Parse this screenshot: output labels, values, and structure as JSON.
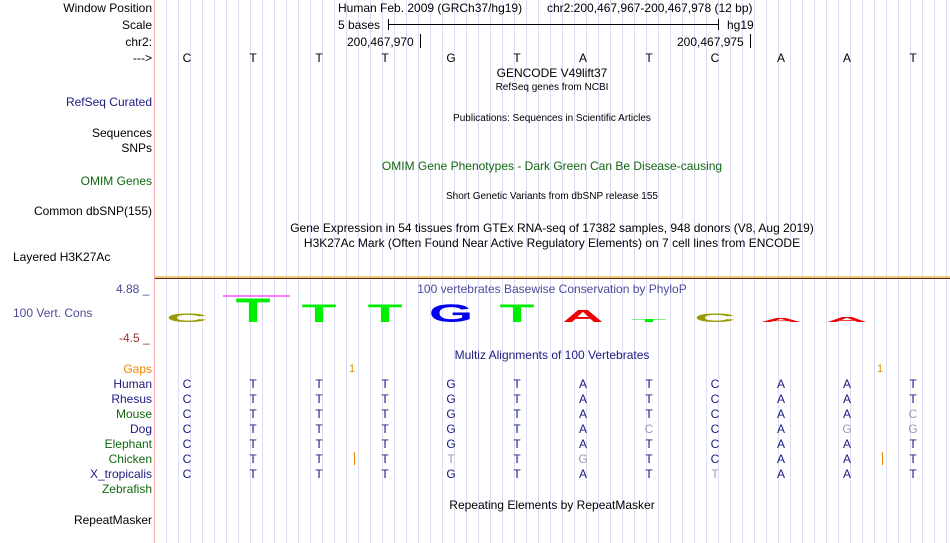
{
  "header": {
    "assembly": "Human Feb. 2009 (GRCh37/hg19)",
    "position": "chr2:200,467,967-200,467,978 (12 bp)",
    "scale_label": "5 bases",
    "scale_db": "hg19",
    "coord_left": "200,467,970",
    "coord_right": "200,467,975"
  },
  "labels": {
    "window_position": "Window Position",
    "scale": "Scale",
    "chr": "chr2:",
    "strand": "--->",
    "refseq_curated": "RefSeq Curated",
    "sequences": "Sequences",
    "snps": "SNPs",
    "omim_genes": "OMIM Genes",
    "common_dbsnp": "Common dbSNP(155)",
    "layered_h3k27ac": "Layered H3K27Ac",
    "vert_cons": "100 Vert. Cons",
    "ymax": "4.88 _",
    "ymin": "-4.5 _",
    "gaps": "Gaps",
    "repeatmasker": "RepeatMasker"
  },
  "track_titles": {
    "gencode": "GENCODE V49lift37",
    "refseq": "RefSeq genes from NCBI",
    "publications": "Publications: Sequences in Scientific Articles",
    "omim_pheno": "OMIM Gene Phenotypes - Dark Green Can Be Disease-causing",
    "dbsnp": "Short Genetic Variants from dbSNP release 155",
    "gtex": "Gene Expression in 54 tissues from GTEx RNA-seq of 17382 samples, 948 donors (V8, Aug 2019)",
    "h3k27ac": "H3K27Ac Mark (Often Found Near Active Regulatory Elements) on 7 cell lines from ENCODE",
    "phylop": "100 vertebrates Basewise Conservation by PhyloP",
    "multiz": "Multiz Alignments of 100 Vertebrates",
    "repeats": "Repeating Elements by RepeatMasker"
  },
  "sequence": [
    "C",
    "T",
    "T",
    "T",
    "G",
    "T",
    "A",
    "T",
    "C",
    "A",
    "A",
    "T"
  ],
  "phylop": [
    {
      "base": "C",
      "score": 1.6,
      "color": "#999900"
    },
    {
      "base": "T",
      "score": 4.6,
      "color": "#00ee00"
    },
    {
      "base": "T",
      "score": 3.4,
      "color": "#00ee00"
    },
    {
      "base": "T",
      "score": 3.4,
      "color": "#00ee00"
    },
    {
      "base": "G",
      "score": 3.4,
      "color": "#0000ee"
    },
    {
      "base": "T",
      "score": 3.4,
      "color": "#00ee00"
    },
    {
      "base": "A",
      "score": 2.4,
      "color": "#ee0000"
    },
    {
      "base": "T",
      "score": 0.5,
      "color": "#00ee00"
    },
    {
      "base": "C",
      "score": 1.6,
      "color": "#999900"
    },
    {
      "base": "A",
      "score": 0.8,
      "color": "#ee0000"
    },
    {
      "base": "A",
      "score": 1.0,
      "color": "#ee0000"
    }
  ],
  "gaps": {
    "left": "1",
    "right": "1"
  },
  "species": [
    {
      "name": "Human",
      "color": "#1a1a80",
      "bases": "CTTTGTATCAAT",
      "diff": []
    },
    {
      "name": "Rhesus",
      "color": "#1a1a80",
      "bases": "CTTTGTATCAAT",
      "diff": []
    },
    {
      "name": "Mouse",
      "color": "#116611",
      "bases": "CTTTGTATCAAC",
      "diff": [
        11
      ]
    },
    {
      "name": "Dog",
      "color": "#1a1a80",
      "bases": "CTTTGTACCAGG",
      "diff": [
        7,
        10,
        11
      ]
    },
    {
      "name": "Elephant",
      "color": "#116611",
      "bases": "CTTTGTATCAAT",
      "diff": []
    },
    {
      "name": "Chicken",
      "color": "#116611",
      "bases": "CTTTTTGTCAAT",
      "diff": [
        4,
        6
      ]
    },
    {
      "name": "X_tropicalis",
      "color": "#1a1a80",
      "bases": "CTTTGTATTAAT",
      "diff": [
        8
      ]
    },
    {
      "name": "Zebrafish",
      "color": "#116611",
      "bases": "",
      "diff": []
    }
  ]
}
